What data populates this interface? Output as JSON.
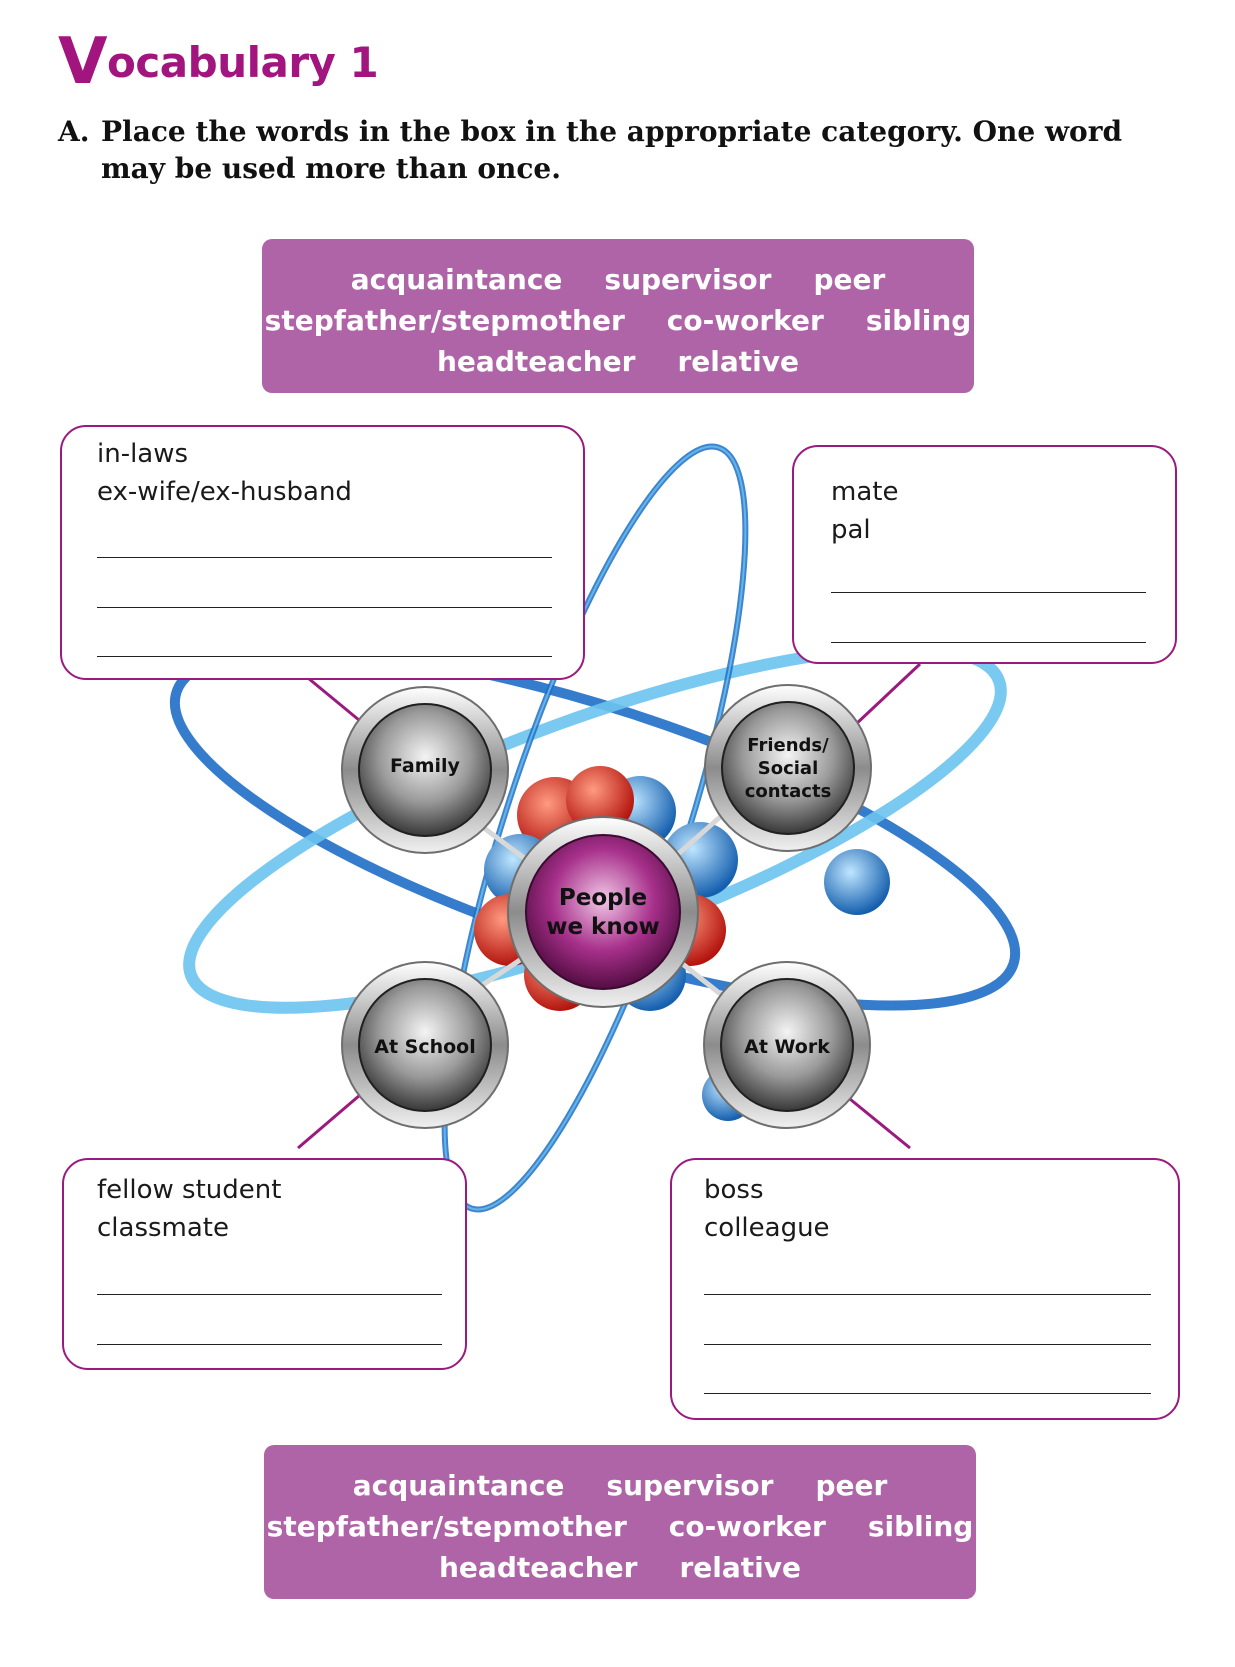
{
  "header": {
    "title_initial": "V",
    "title_rest": "ocabulary 1"
  },
  "instruction": {
    "letter": "A.",
    "text": "Place the words in the box in the appropriate category. One word may be used more than once."
  },
  "word_box": {
    "rows": [
      [
        "acquaintance",
        "supervisor",
        "peer"
      ],
      [
        "stepfather/stepmother",
        "co-worker",
        "sibling"
      ],
      [
        "headteacher",
        "relative"
      ]
    ]
  },
  "diagram": {
    "center": [
      "People",
      "we know"
    ],
    "nodes": {
      "family": [
        "Family"
      ],
      "friends": [
        "Friends/",
        "Social",
        "contacts"
      ],
      "school": [
        "At School"
      ],
      "work": [
        "At Work"
      ]
    }
  },
  "categories": {
    "family": {
      "words": [
        "in-laws",
        "ex-wife/ex-husband"
      ],
      "blank_lines": 3
    },
    "friends": {
      "words": [
        "mate",
        "pal"
      ],
      "blank_lines": 2
    },
    "school": {
      "words": [
        "fellow student",
        "classmate"
      ],
      "blank_lines": 2
    },
    "work": {
      "words": [
        "boss",
        "colleague"
      ],
      "blank_lines": 3
    }
  },
  "colors": {
    "title": "#a3157e",
    "box_purple": "#b064a8",
    "border_purple": "#9a1a7f",
    "orbit_blue": "#1f6fc7",
    "orbit_light_blue": "#6cc3ee"
  }
}
